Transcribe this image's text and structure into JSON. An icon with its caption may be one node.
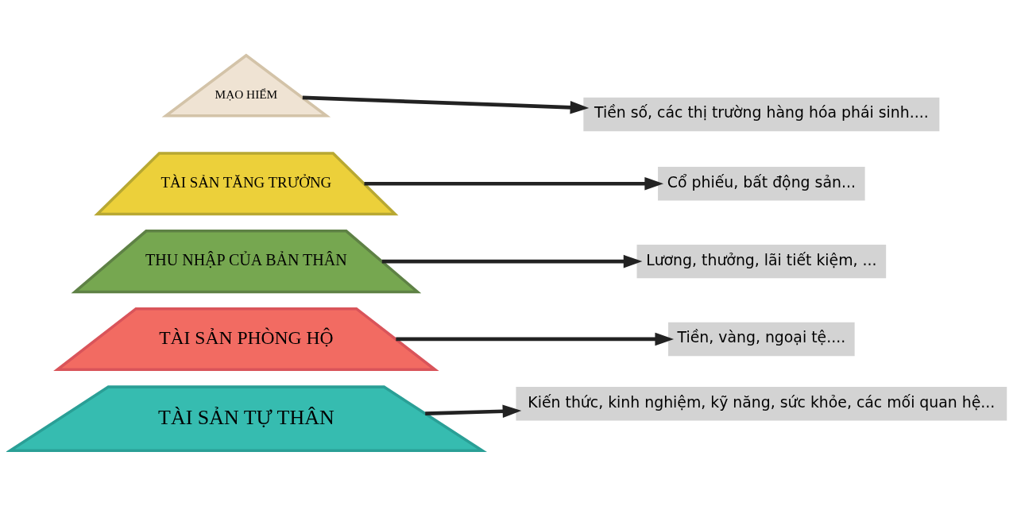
{
  "diagram": {
    "nodes": [
      {
        "text": [
          "MẠO HIỂM"
        ]
      },
      {
        "text": [
          "Tiền số, các thị trường hàng hóa phái sinh...."
        ]
      },
      {
        "text": [
          "TÀI SẢN TĂNG TRƯỞNG"
        ]
      },
      {
        "text": [
          "Cổ phiếu, bất động sản..."
        ]
      },
      {
        "text": [
          "THU NHẬP CỦA BẢN THÂN"
        ]
      },
      {
        "text": [
          "Lương, thưởng, lãi tiết kiệm, ..."
        ]
      },
      {
        "text": [
          "TÀI SẢN PHÒNG HỘ"
        ]
      },
      {
        "text": [
          "Tiền, vàng, ngoại tệ...."
        ]
      },
      {
        "text": [
          "TÀI SẢN TỰ THÂN"
        ]
      },
      {
        "text": [
          "Kiến thức, kinh nghiệm, kỹ năng, sức khỏe, các mối quan hệ..."
        ]
      }
    ],
    "edges": [
      {
        "from": 0,
        "to": 1,
        "arrow": "to"
      },
      {
        "from": 2,
        "to": 3,
        "arrow": "to"
      },
      {
        "from": 4,
        "to": 5,
        "arrow": "to"
      },
      {
        "from": 6,
        "to": 7,
        "arrow": "to"
      },
      {
        "from": 8,
        "to": 9,
        "arrow": "to"
      }
    ]
  }
}
